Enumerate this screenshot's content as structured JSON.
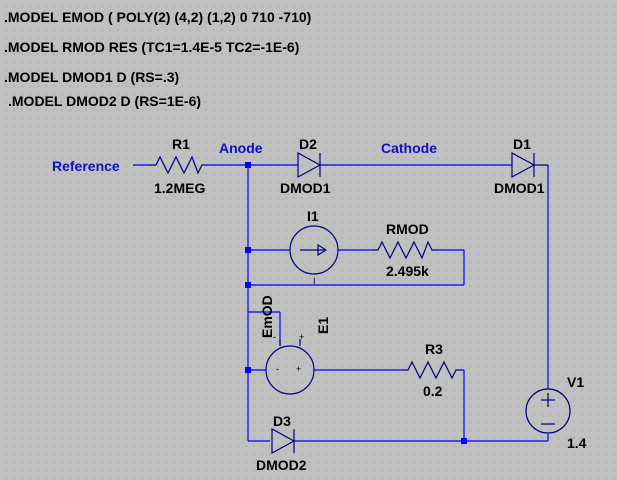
{
  "directives": [
    ".MODEL EMOD ( POLY(2)  (4,2)  (1,2)  0  710  -710)",
    ".MODEL RMOD RES (TC1=1.4E-5 TC2=-1E-6)",
    ".MODEL DMOD1 D (RS=.3)",
    ".MODEL DMOD2 D (RS=1E-6)"
  ],
  "nets": {
    "reference": "Reference",
    "anode": "Anode",
    "cathode": "Cathode"
  },
  "components": {
    "r1": {
      "ref": "R1",
      "value": "1.2MEG"
    },
    "d2": {
      "ref": "D2",
      "model": "DMOD1"
    },
    "d1": {
      "ref": "D1",
      "model": "DMOD1"
    },
    "i1": {
      "ref": "I1",
      "pin_label": "I"
    },
    "rmod": {
      "ref": "RMOD",
      "value": "2.495k"
    },
    "e1": {
      "ref": "E1",
      "model": "EmOD",
      "pin_minus": "-",
      "pin_plus": "+"
    },
    "r3": {
      "ref": "R3",
      "value": "0.2"
    },
    "d3": {
      "ref": "D3",
      "model": "DMOD2"
    },
    "v1": {
      "ref": "V1",
      "value": "1.4"
    }
  },
  "colors": {
    "background": "#c0c0c0",
    "grid_dots": "#8a8a8a",
    "wire": "#0000ff",
    "component": "#000080",
    "net_label": "#1010c8",
    "text": "#000000"
  }
}
